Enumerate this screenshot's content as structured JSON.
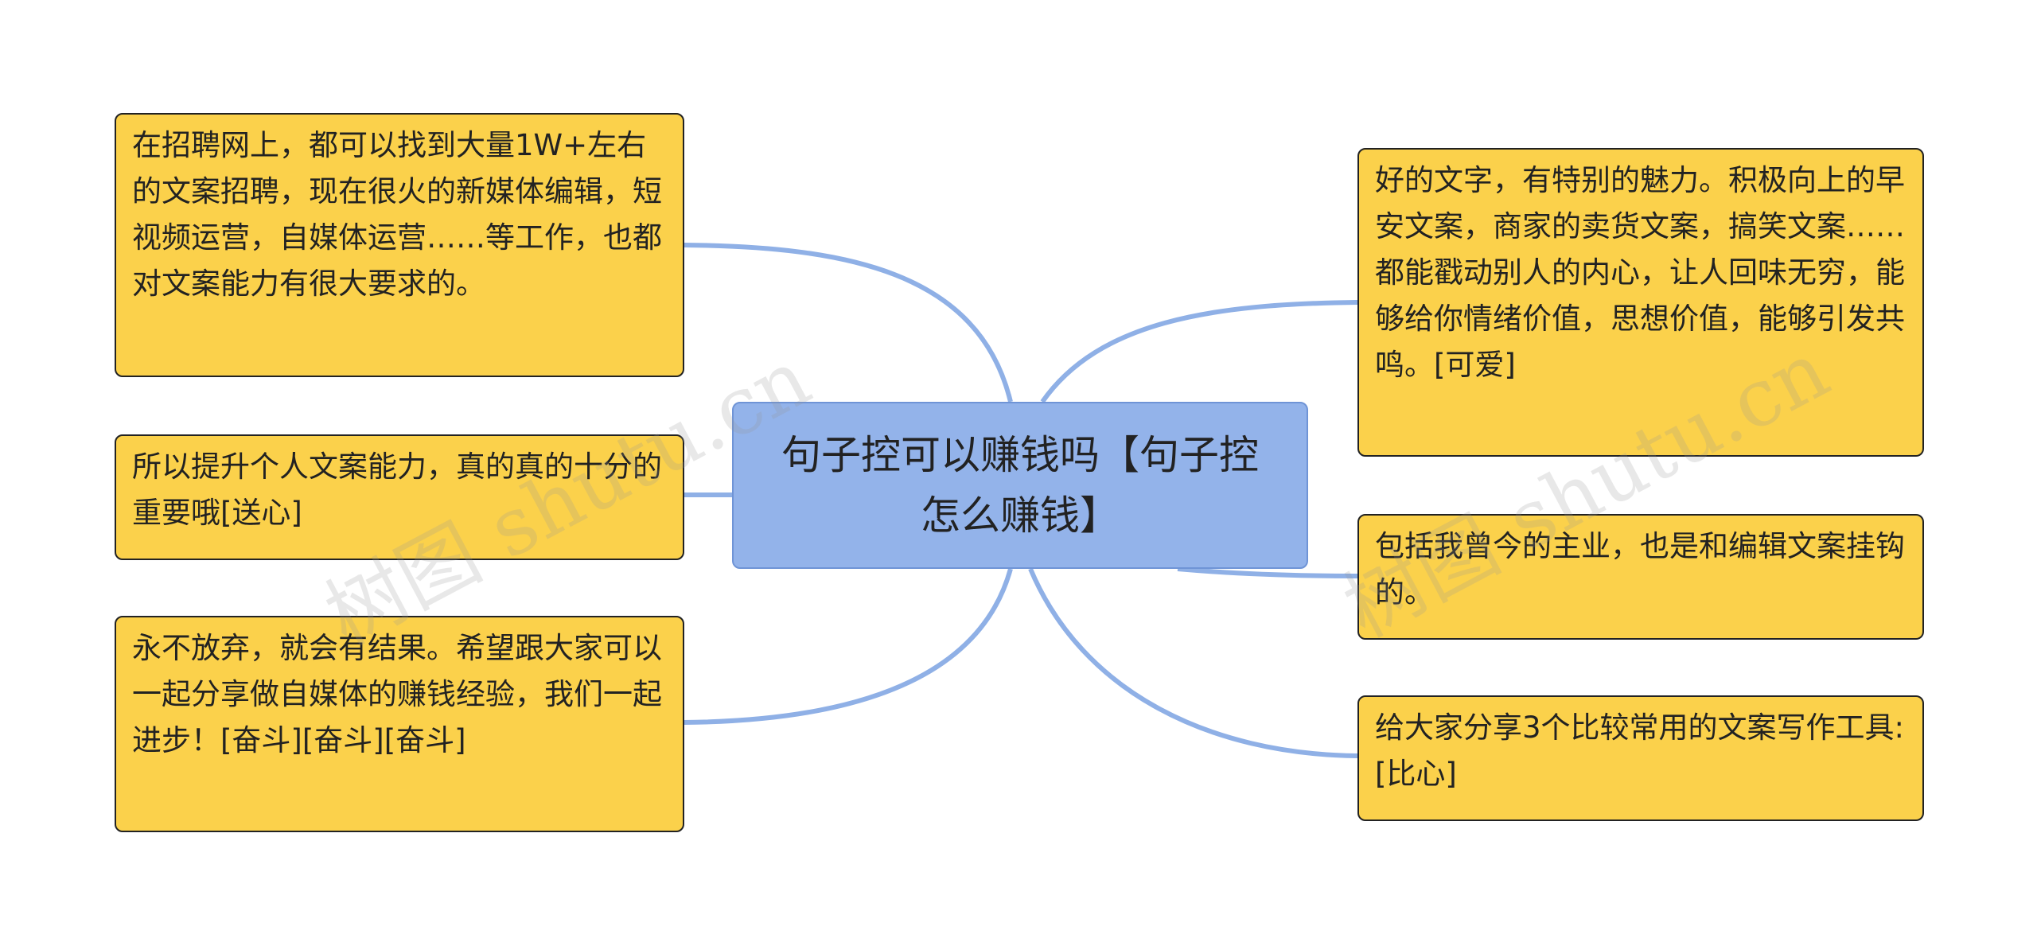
{
  "colors": {
    "background": "#ffffff",
    "central_fill": "#93b3ea",
    "central_border": "#6f94d6",
    "node_fill": "#fbd14b",
    "node_border": "#222222",
    "connector": "#8fb0e6"
  },
  "central": {
    "text": "句子控可以赚钱吗【句子控怎么赚钱】"
  },
  "left_nodes": [
    {
      "text": "在招聘网上，都可以找到大量1W+左右的文案招聘，现在很火的新媒体编辑，短视频运营，自媒体运营……等工作，也都对文案能力有很大要求的。"
    },
    {
      "text": "所以提升个人文案能力，真的真的十分的重要哦[送心]"
    },
    {
      "text": "永不放弃，就会有结果。希望跟大家可以一起分享做自媒体的赚钱经验，我们一起进步！[奋斗][奋斗][奋斗]"
    }
  ],
  "right_nodes": [
    {
      "text": "好的文字，有特别的魅力。积极向上的早安文案，商家的卖货文案，搞笑文案……都能戳动别人的内心，让人回味无穷，能够给你情绪价值，思想价值，能够引发共鸣。[可爱]"
    },
    {
      "text": "包括我曾今的主业，也是和编辑文案挂钩的。"
    },
    {
      "text": "给大家分享3个比较常用的文案写作工具:[比心]"
    }
  ],
  "watermark": {
    "text": "树图 shutu.cn"
  }
}
